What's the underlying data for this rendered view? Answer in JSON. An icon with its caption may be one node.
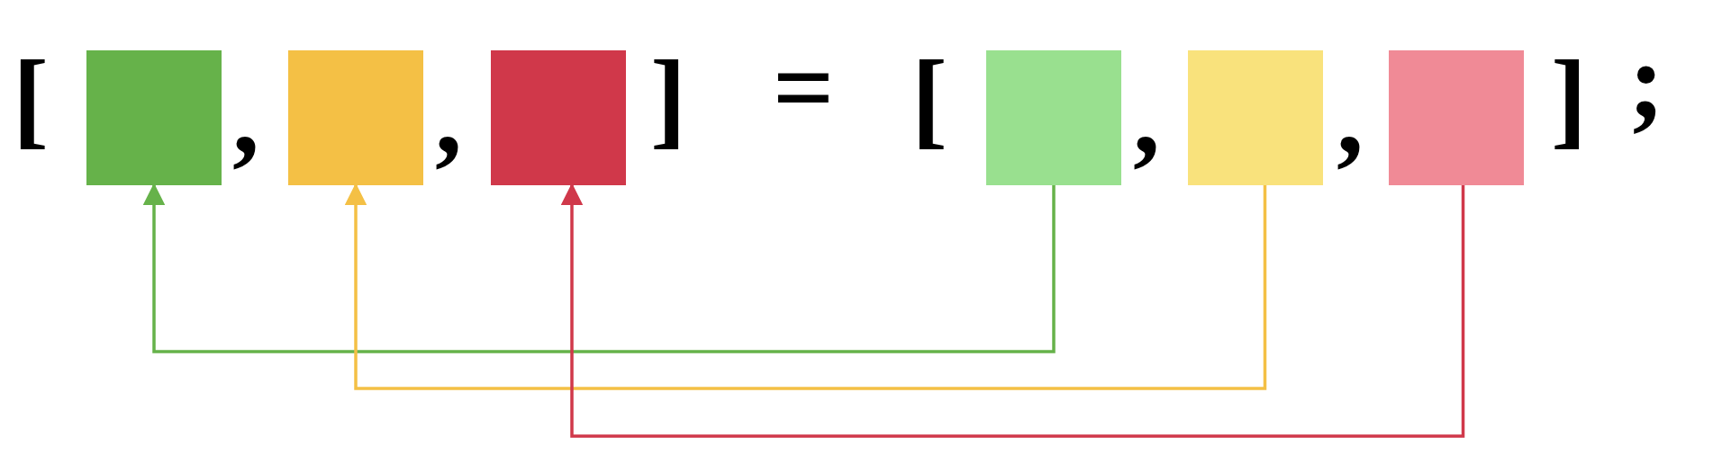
{
  "diagram": {
    "nodes": [
      {
        "text": [],
        "shape": "box"
      },
      {
        "text": [],
        "shape": "box"
      },
      {
        "text": [],
        "shape": "box"
      },
      {
        "text": [],
        "shape": "box"
      },
      {
        "text": [],
        "shape": "box"
      },
      {
        "text": [],
        "shape": "box"
      }
    ],
    "edges": [
      {
        "from": 3,
        "to": 0,
        "arrow": "to",
        "color": "#66b24a"
      },
      {
        "from": 4,
        "to": 1,
        "arrow": "to",
        "color": "#f4c045"
      },
      {
        "from": 5,
        "to": 2,
        "arrow": "to",
        "color": "#d0384a"
      }
    ],
    "labels": [
      "[",
      ",",
      ",",
      "]",
      "=",
      "[",
      ",",
      ",",
      "]",
      ";"
    ]
  }
}
